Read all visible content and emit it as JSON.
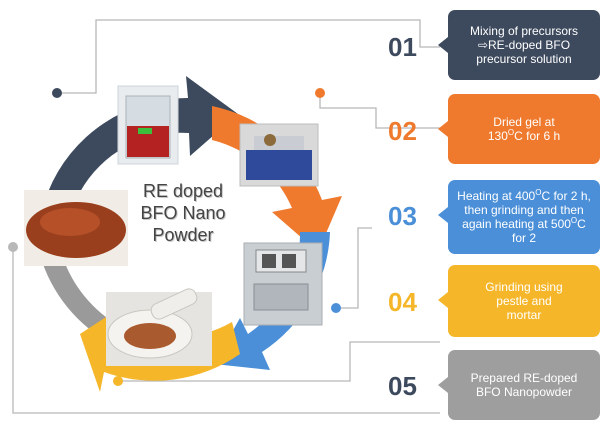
{
  "center": {
    "line1": "RE doped",
    "line2": "BFO Nano",
    "line3": "Powder"
  },
  "steps": [
    {
      "number": "01",
      "text_a": "Mixing of precursors",
      "text_b": "⇨RE-doped BFO",
      "text_c": "precursor solution",
      "color": "#3d4a5e",
      "num_color": "#3d4a5e"
    },
    {
      "number": "02",
      "text_a": "Dried gel at",
      "temp": "130",
      "sup": "O",
      "text_b": "C for 6 h",
      "color": "#ef7a2d",
      "num_color": "#ef7a2d"
    },
    {
      "number": "03",
      "text_a": "Heating at 400",
      "sup": "O",
      "text_b": "C for 2 h,",
      "text_c": "then grinding and then",
      "text_d": "again heating  at 500",
      "sup2": "O",
      "text_e": "C",
      "text_f": "for 2",
      "color": "#4a8fd8",
      "num_color": "#4a8fd8"
    },
    {
      "number": "04",
      "text_a": "Grinding using",
      "text_b": "pestle and",
      "text_c": "mortar",
      "color": "#f5b62a",
      "num_color": "#f5b62a"
    },
    {
      "number": "05",
      "text_a": "Prepared RE-doped",
      "text_b": "BFO Nanopowder",
      "color": "#9e9e9e",
      "num_color": "#3d4a5e"
    }
  ]
}
